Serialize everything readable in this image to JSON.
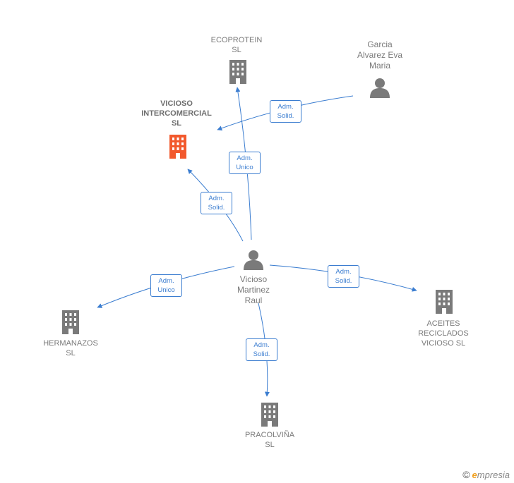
{
  "colors": {
    "edge": "#3b7dd0",
    "node": "#7a7a7a",
    "focus": "#f2592d"
  },
  "nodes": {
    "ecoprotein": {
      "label_1": "ECOPROTEIN",
      "label_2": "SL",
      "icon": "building-icon"
    },
    "vicioso_intercomercial": {
      "label_1": "VICIOSO",
      "label_2": "INTERCOMERCIAL",
      "label_3": "SL",
      "icon": "building-icon"
    },
    "garcia": {
      "label_1": "Garcia",
      "label_2": "Alvarez Eva",
      "label_3": "Maria",
      "icon": "person-icon"
    },
    "vicioso_raul": {
      "label_1": "Vicioso",
      "label_2": "Martinez",
      "label_3": "Raul",
      "icon": "person-icon"
    },
    "hermanazos": {
      "label_1": "HERMANAZOS",
      "label_2": "SL",
      "icon": "building-icon"
    },
    "aceites": {
      "label_1": "ACEITES",
      "label_2": "RECICLADOS",
      "label_3": "VICIOSO SL",
      "icon": "building-icon"
    },
    "pracolvina": {
      "label_1": "PRACOLVIÑA",
      "label_2": "SL",
      "icon": "building-icon"
    }
  },
  "edges": {
    "garcia_to_intercomercial": {
      "role_1": "Adm.",
      "role_2": "Solid."
    },
    "raul_to_ecoprotein": {
      "role_1": "Adm.",
      "role_2": "Unico"
    },
    "raul_to_intercomercial": {
      "role_1": "Adm.",
      "role_2": "Solid."
    },
    "raul_to_hermanazos": {
      "role_1": "Adm.",
      "role_2": "Unico"
    },
    "raul_to_aceites": {
      "role_1": "Adm.",
      "role_2": "Solid."
    },
    "raul_to_pracolvina": {
      "role_1": "Adm.",
      "role_2": "Solid."
    }
  },
  "watermark": {
    "copyright": "©",
    "brand_initial": "e",
    "brand_rest": "mpresia"
  }
}
